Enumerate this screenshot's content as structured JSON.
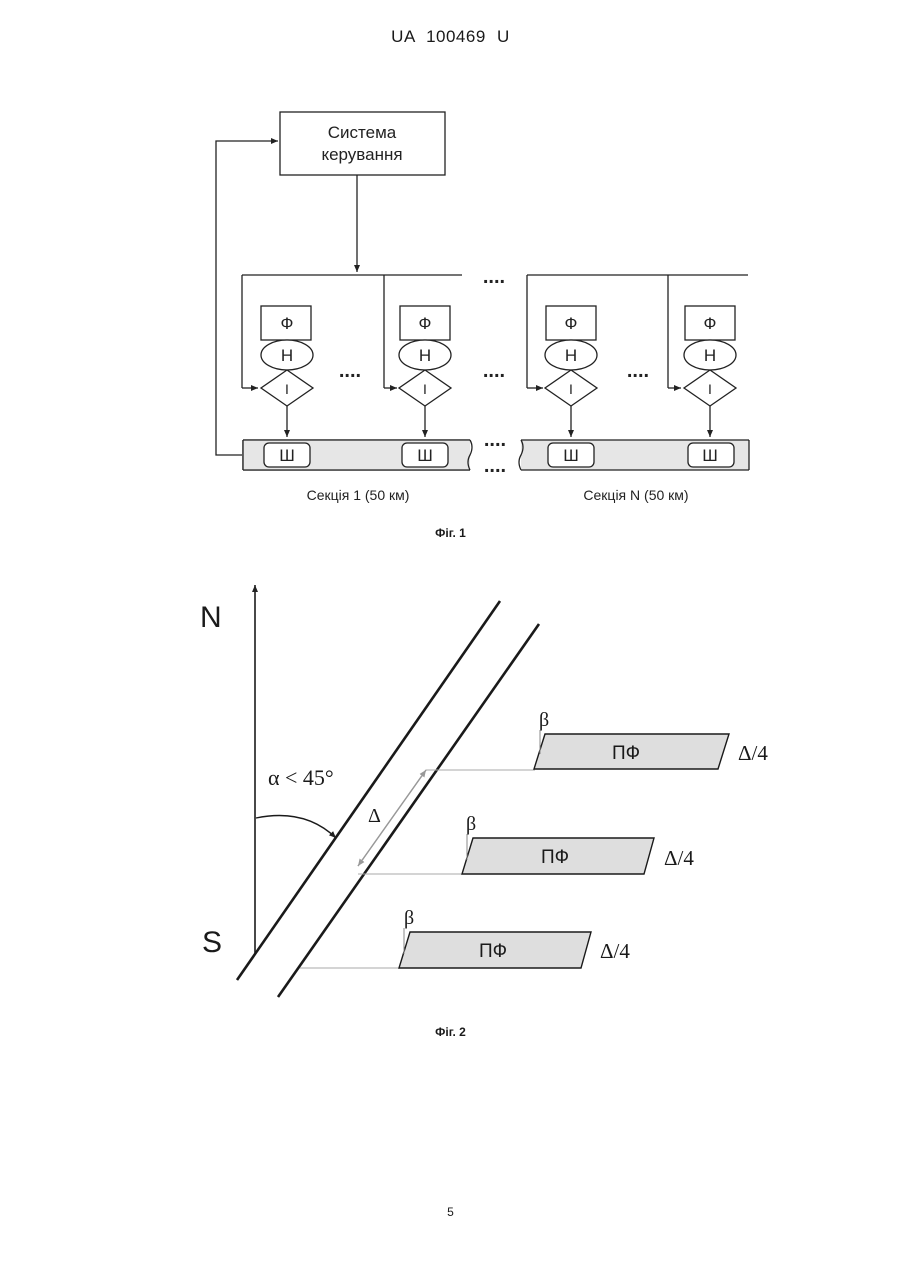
{
  "header": {
    "text": "UA   100469   U"
  },
  "fig1": {
    "control_box": {
      "line1": "Система",
      "line2": "керування"
    },
    "module_labels": {
      "f": "Ф",
      "n": "Н",
      "i": "І",
      "sh": "Ш"
    },
    "ellipsis": "....",
    "section_labels": [
      "Секція 1 (50 км)",
      "Секція N (50 км)"
    ],
    "caption": "Фіг. 1"
  },
  "fig2": {
    "north": "N",
    "south": "S",
    "angle_label": "α < 45°",
    "delta_label": "Δ",
    "beta_label": "β",
    "block_label": "ПФ",
    "block_side_label": "Δ/4",
    "caption": "Фіг. 2"
  },
  "page_number": "5"
}
